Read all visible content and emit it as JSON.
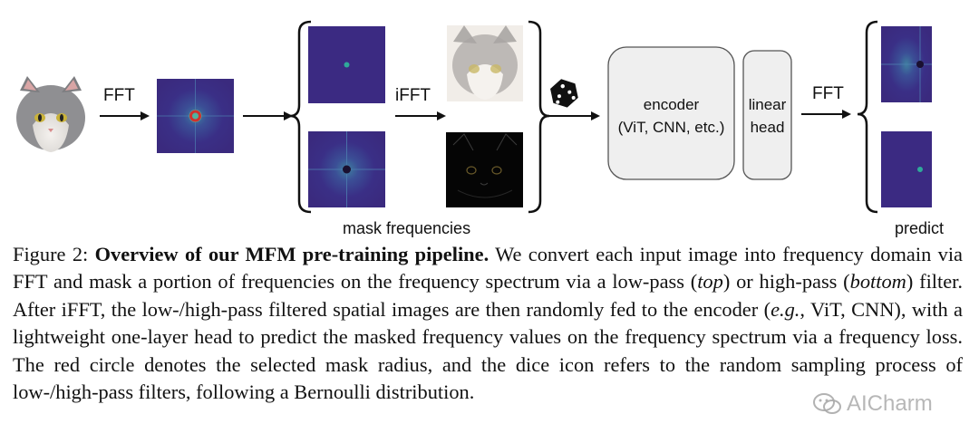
{
  "diagram": {
    "labels": {
      "fft_left": "FFT",
      "ifft": "iFFT",
      "fft_right": "FFT",
      "mask_frequencies": "mask frequencies",
      "predict": "predict",
      "encoder_line1": "encoder",
      "encoder_line2": "(ViT, CNN, etc.)",
      "head_line1": "linear",
      "head_line2": "head"
    },
    "colors": {
      "spectrum_bg": "#3b2a82",
      "spectrum_core": "#2a8f8d",
      "red_circle": "#d0312d",
      "box_fill": "#efefef",
      "box_stroke": "#555555"
    },
    "icons": {
      "dice": "dice-icon",
      "cat": "cat-photo"
    }
  },
  "caption": {
    "prefix": "Figure 2: ",
    "title": "Overview of our MFM pre-training pipeline.",
    "s1": " We convert each input image into frequency domain via FFT and mask a portion of frequencies on the frequency spectrum via a low-pass (",
    "top": "top",
    "s2": ") or high-pass (",
    "bottom": "bottom",
    "s3": ") filter. After iFFT, the low-/high-pass filtered spatial images are then randomly fed to the encoder (",
    "eg": "e.g.",
    "s4": ", ViT, CNN), with a lightweight one-layer head to predict the masked frequency values on the frequency spectrum via a frequency loss. The red circle denotes the selected mask radius, and the dice icon refers to the random sampling process of low-/high-pass filters, following a Bernoulli distribution."
  },
  "watermark": {
    "text": "AICharm",
    "icon": "wechat-icon"
  }
}
